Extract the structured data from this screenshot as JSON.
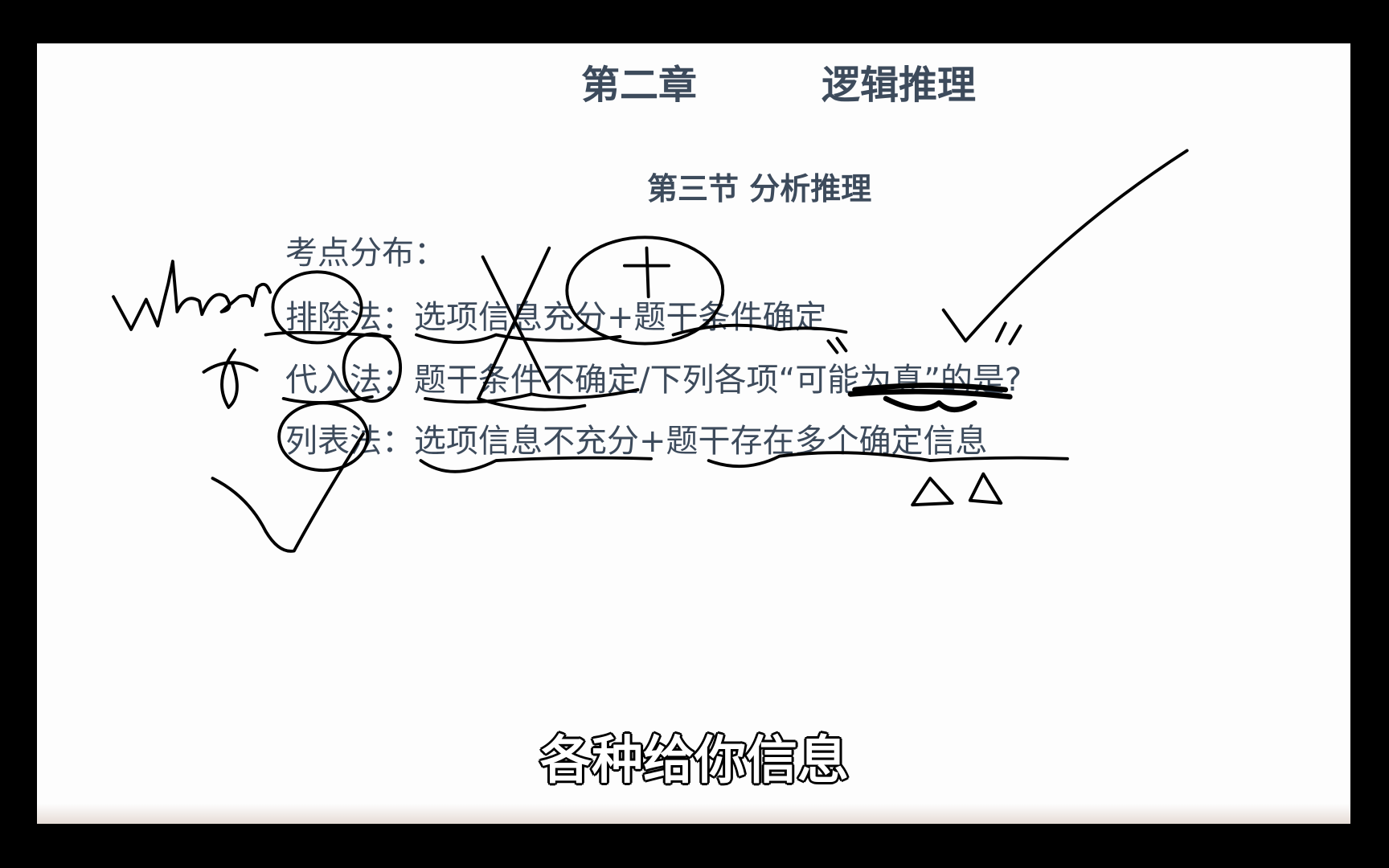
{
  "slide": {
    "chapter": "第二章",
    "chapter_title": "逻辑推理",
    "section": "第三节  分析推理",
    "heading": "考点分布：",
    "methods": [
      {
        "name": "排除法：",
        "desc": "选项信息充分+题干条件确定"
      },
      {
        "name": "代入法：",
        "desc": "题干条件不确定/下列各项“可能为真”的是?"
      },
      {
        "name": "列表法：",
        "desc": "选项信息不充分+题干存在多个确定信息"
      }
    ]
  },
  "annotations": {
    "handwriting": "when"
  },
  "subtitle": "各种给你信息"
}
